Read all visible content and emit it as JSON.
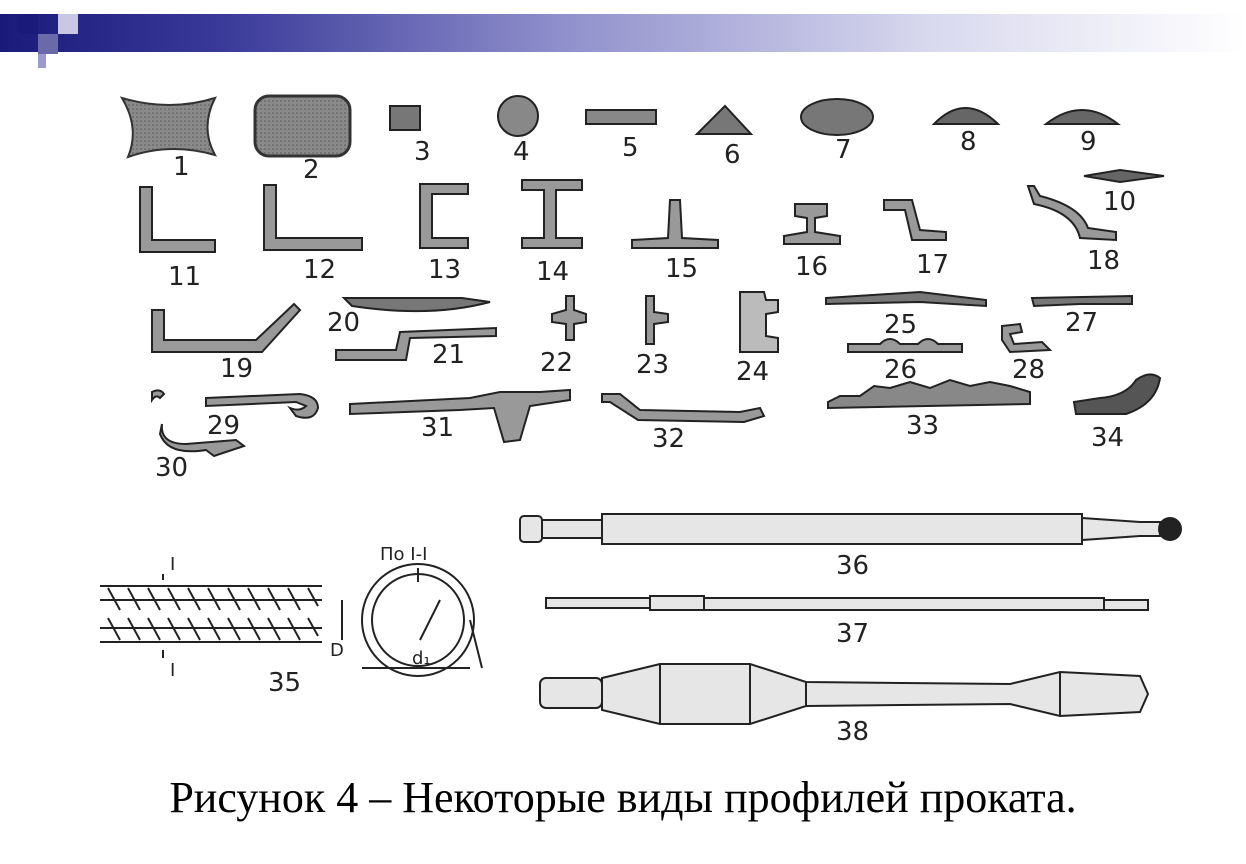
{
  "labels": {
    "n1": "1",
    "n2": "2",
    "n3": "3",
    "n4": "4",
    "n5": "5",
    "n6": "6",
    "n7": "7",
    "n8": "8",
    "n9": "9",
    "n10": "10",
    "n11": "11",
    "n12": "12",
    "n13": "13",
    "n14": "14",
    "n15": "15",
    "n16": "16",
    "n17": "17",
    "n18": "18",
    "n19": "19",
    "n20": "20",
    "n21": "21",
    "n22": "22",
    "n23": "23",
    "n24": "24",
    "n25": "25",
    "n26": "26",
    "n27": "27",
    "n28": "28",
    "n29": "29",
    "n30": "30",
    "n31": "31",
    "n32": "32",
    "n33": "33",
    "n34": "34",
    "n35": "35",
    "n36": "36",
    "n37": "37",
    "n38": "38"
  },
  "rebar": {
    "section_title": "По I-I",
    "mark_top": "I",
    "mark_bottom": "I",
    "dim_d": "D",
    "dim_d1": "d₁"
  },
  "caption": "Рисунок 4 – Некоторые виды профилей проката.",
  "colors": {
    "bar_dark": "#1a1a7a",
    "profile_fill": "#8a8a8a",
    "stroke": "#222222"
  }
}
